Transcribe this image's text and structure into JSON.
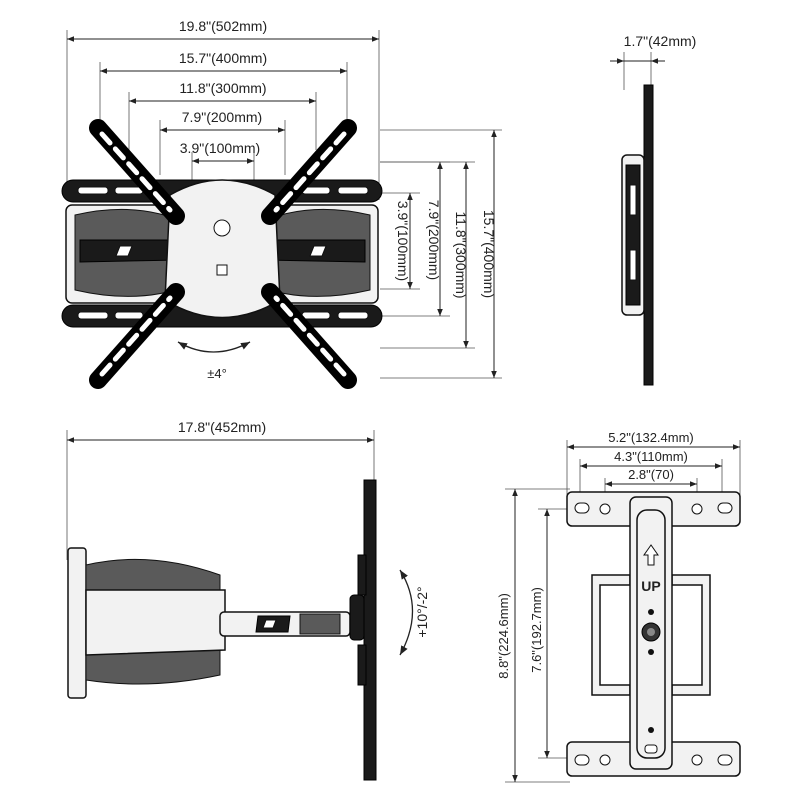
{
  "front_view": {
    "width_total": "19.8\"(502mm)",
    "h_400": "15.7\"(400mm)",
    "h_300": "11.8\"(300mm)",
    "h_200": "7.9\"(200mm)",
    "h_100": "3.9\"(100mm)",
    "v_100": "3.9\"(100mm)",
    "v_200": "7.9\"(200mm)",
    "v_300": "11.8\"(300mm)",
    "v_400": "15.7\"(400mm)",
    "rotation": "±4°"
  },
  "side_view_top": {
    "depth": "1.7\"(42mm)"
  },
  "side_view_bottom": {
    "extension": "17.8\"(452mm)",
    "tilt": "+10°/-2°"
  },
  "wall_plate": {
    "w_total": "5.2\"(132.4mm)",
    "w_110": "4.3\"(110mm)",
    "w_70": "2.8\"(70)",
    "h_total": "8.8\"(224.6mm)",
    "h_192": "7.6\"(192.7mm)",
    "up_label": "UP"
  },
  "colors": {
    "line": "#222222",
    "part": "#1a1a1a",
    "hatch": "#5a5a5a"
  }
}
